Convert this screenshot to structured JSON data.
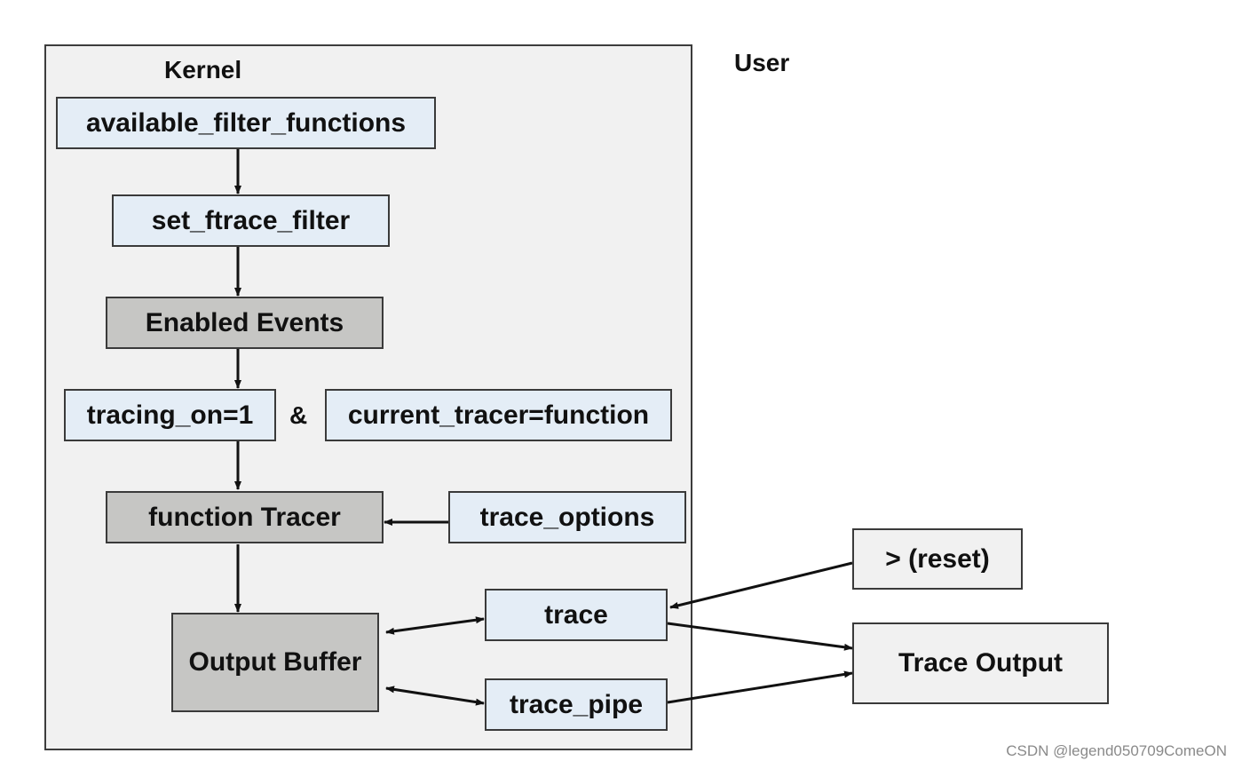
{
  "headings": {
    "kernel": "Kernel",
    "user": "User"
  },
  "nodes": {
    "available_filter_functions": "available_filter_functions",
    "set_ftrace_filter": "set_ftrace_filter",
    "enabled_events": "Enabled Events",
    "tracing_on": "tracing_on=1",
    "ampersand": "&",
    "current_tracer": "current_tracer=function",
    "function_tracer": "function Tracer",
    "trace_options": "trace_options",
    "output_buffer": "Output Buffer",
    "trace": "trace",
    "trace_pipe": "trace_pipe",
    "reset": "> (reset)",
    "trace_output": "Trace Output"
  },
  "edges": [
    {
      "from": "available_filter_functions",
      "to": "set_ftrace_filter",
      "direction": "forward"
    },
    {
      "from": "set_ftrace_filter",
      "to": "enabled_events",
      "direction": "forward"
    },
    {
      "from": "enabled_events",
      "to": "tracing_on",
      "direction": "forward"
    },
    {
      "from": "tracing_on",
      "to": "function_tracer",
      "direction": "forward"
    },
    {
      "from": "trace_options",
      "to": "function_tracer",
      "direction": "forward"
    },
    {
      "from": "function_tracer",
      "to": "output_buffer",
      "direction": "forward"
    },
    {
      "from": "output_buffer",
      "to": "trace",
      "direction": "both"
    },
    {
      "from": "output_buffer",
      "to": "trace_pipe",
      "direction": "both"
    },
    {
      "from": "reset",
      "to": "trace",
      "direction": "forward"
    },
    {
      "from": "trace",
      "to": "trace_output",
      "direction": "forward"
    },
    {
      "from": "trace_pipe",
      "to": "trace_output",
      "direction": "forward"
    }
  ],
  "colors": {
    "file_box": "#e4edf6",
    "stage_box": "#c6c6c4",
    "kernel_panel": "#f1f1f1",
    "arrow": "#111111"
  },
  "watermark": "CSDN @legend050709ComeON"
}
